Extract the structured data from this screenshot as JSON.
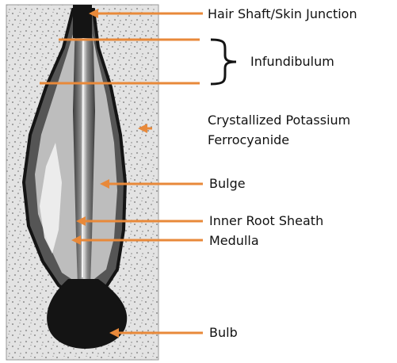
{
  "colors": {
    "arrow": "#E8893A",
    "background": "#ffffff",
    "micrograph": "#e3e3e3",
    "follicle": "#141414"
  },
  "image": {
    "subject": "hair-follicle-micrograph"
  },
  "labels": {
    "hair_shaft_junction": "Hair Shaft/Skin Junction",
    "infundibulum": "Infundibulum",
    "potassium_line1": "Crystallized Potassium",
    "potassium_line2": "Ferrocyanide",
    "bulge": "Bulge",
    "inner_root_sheath": "Inner Root Sheath",
    "medulla": "Medulla",
    "bulb": "Bulb"
  }
}
